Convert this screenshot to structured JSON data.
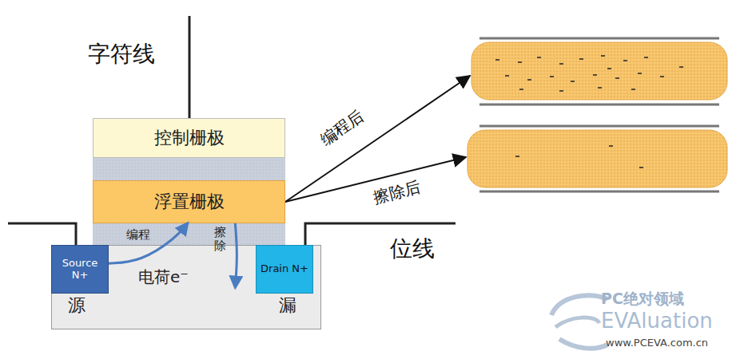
{
  "diagram": {
    "nodes": [
      {
        "text": [
          "控制栅极"
        ]
      },
      {
        "text": [
          "浮置栅极"
        ]
      },
      {
        "text": [
          "源",
          "电荷e⁻",
          "漏"
        ]
      },
      {
        "text": [
          "Source N+"
        ],
        "in": 2
      },
      {
        "text": [
          "Drain N+"
        ],
        "in": 2
      }
    ],
    "edges": [
      {
        "from": 3,
        "to": 1,
        "label": "编程",
        "arrow": "to"
      },
      {
        "from": 1,
        "to": 2,
        "label": "擦除",
        "arrow": "to"
      }
    ],
    "labels": [
      "字符线",
      "位线",
      "编程后",
      "擦除后",
      "PC绝对领域",
      "EVAluation",
      "www.PCEVA.com.cn"
    ]
  }
}
